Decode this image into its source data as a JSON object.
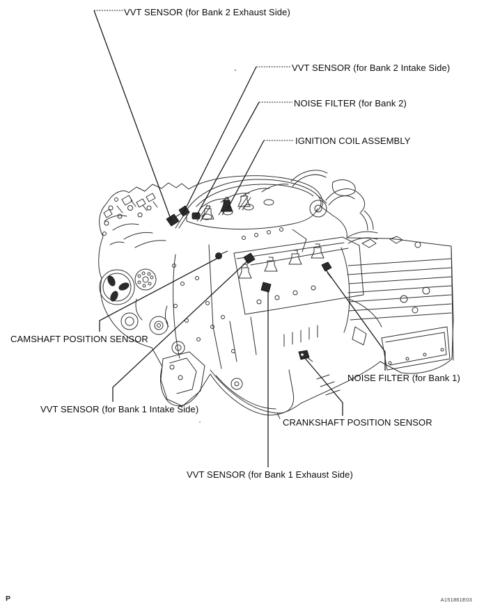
{
  "page": {
    "corner_letter": "P",
    "figure_code": "A151861E03"
  },
  "diagram": {
    "type": "engine-component-location-diagram",
    "callouts": [
      {
        "id": "vvt-sensor-bank2-exhaust",
        "label": "VVT SENSOR (for Bank 2 Exhaust Side)"
      },
      {
        "id": "vvt-sensor-bank2-intake",
        "label": "VVT SENSOR (for Bank 2 Intake Side)"
      },
      {
        "id": "noise-filter-bank2",
        "label": "NOISE FILTER (for Bank 2)"
      },
      {
        "id": "ignition-coil-assembly",
        "label": "IGNITION COIL ASSEMBLY"
      },
      {
        "id": "camshaft-position-sensor",
        "label": "CAMSHAFT POSITION SENSOR"
      },
      {
        "id": "vvt-sensor-bank1-intake",
        "label": "VVT SENSOR (for Bank 1 Intake Side)"
      },
      {
        "id": "noise-filter-bank1",
        "label": "NOISE FILTER (for Bank 1)"
      },
      {
        "id": "crankshaft-position-sensor",
        "label": "CRANKSHAFT POSITION SENSOR"
      },
      {
        "id": "vvt-sensor-bank1-exhaust",
        "label": "VVT SENSOR (for Bank 1 Exhaust Side)"
      }
    ],
    "line_color": "#1c1c1c"
  }
}
